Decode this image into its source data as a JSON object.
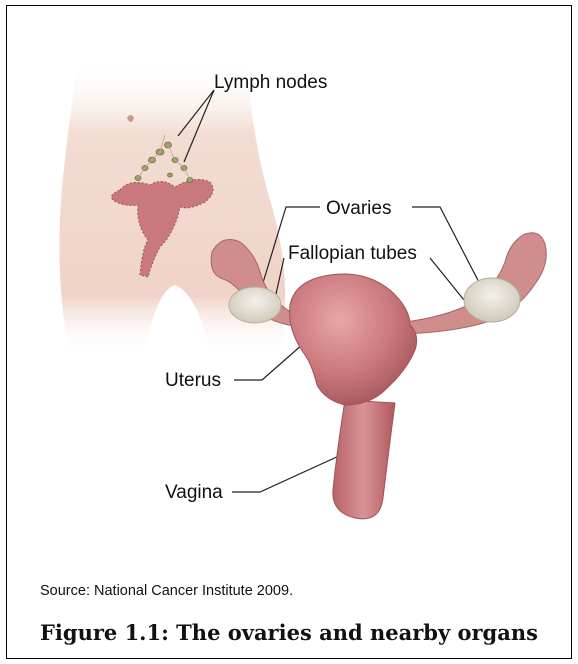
{
  "labels": {
    "lymph_nodes": "Lymph nodes",
    "ovaries": "Ovaries",
    "fallopian_tubes": "Fallopian tubes",
    "uterus": "Uterus",
    "vagina": "Vagina"
  },
  "source": "Source: National Cancer Institute 2009.",
  "caption": "Figure 1.1: The ovaries and nearby organs",
  "colors": {
    "skin": "#f2d8cc",
    "uterus": "#cc7f82",
    "ovary": "#e7e3d6",
    "lymph": "#9aa06a"
  }
}
